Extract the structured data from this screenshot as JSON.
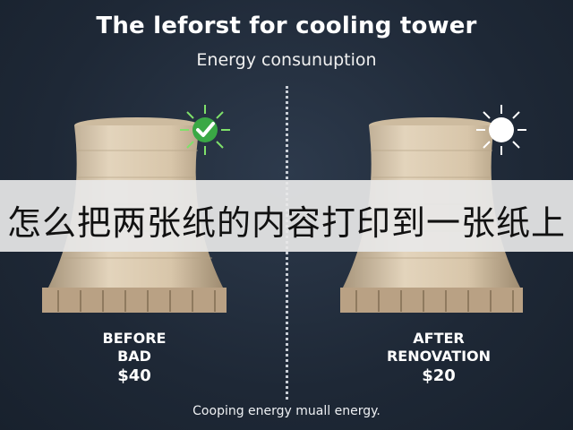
{
  "header": {
    "title": "The leforst for cooling tower",
    "subtitle": "Energy consunuption"
  },
  "panels": {
    "before": {
      "line1": "BEFORE",
      "line2": "BAD",
      "price": "$40"
    },
    "after": {
      "line1": "AFTER",
      "line2": "RENOVATION",
      "price": "$20"
    }
  },
  "footer": {
    "text": "Cooping energy muall energy."
  },
  "overlay": {
    "text": "怎么把两张纸的内容打印到一张纸上"
  },
  "icons": {
    "left_badge": "green-check-icon",
    "right_badge": "white-sun-icon"
  },
  "colors": {
    "background": "#1f2a38",
    "badge_green": "#3aa845",
    "tower": "#d9c8ae"
  }
}
